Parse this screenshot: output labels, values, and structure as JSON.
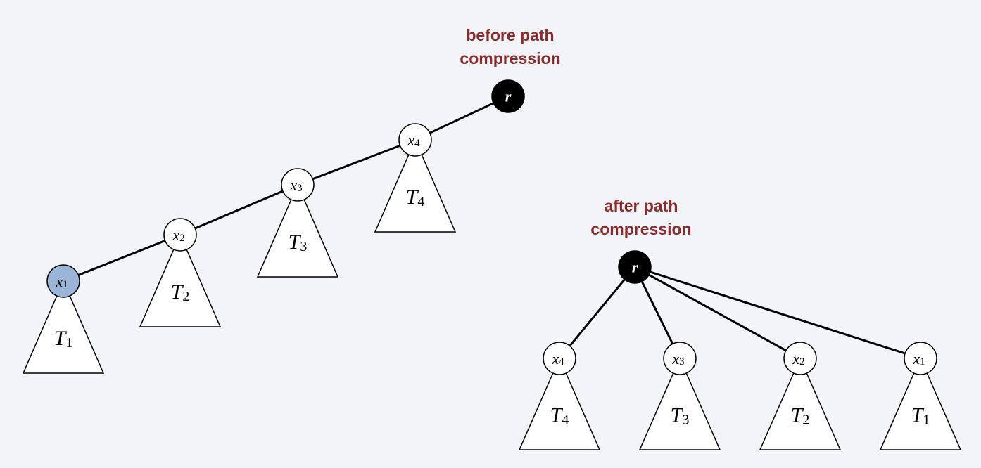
{
  "before": {
    "caption_line1": "before path",
    "caption_line2": "compression",
    "root": {
      "label": "r",
      "fill": "#000000"
    },
    "nodes": [
      {
        "name": "x",
        "sub": "1",
        "fill": "#9ab5d8",
        "tree": {
          "name": "T",
          "sub": "1"
        }
      },
      {
        "name": "x",
        "sub": "2",
        "fill": "#ffffff",
        "tree": {
          "name": "T",
          "sub": "2"
        }
      },
      {
        "name": "x",
        "sub": "3",
        "fill": "#ffffff",
        "tree": {
          "name": "T",
          "sub": "3"
        }
      },
      {
        "name": "x",
        "sub": "4",
        "fill": "#ffffff",
        "tree": {
          "name": "T",
          "sub": "4"
        }
      }
    ]
  },
  "after": {
    "caption_line1": "after path",
    "caption_line2": "compression",
    "root": {
      "label": "r",
      "fill": "#000000"
    },
    "children": [
      {
        "name": "x",
        "sub": "4",
        "fill": "#ffffff",
        "tree": {
          "name": "T",
          "sub": "4"
        }
      },
      {
        "name": "x",
        "sub": "3",
        "fill": "#ffffff",
        "tree": {
          "name": "T",
          "sub": "3"
        }
      },
      {
        "name": "x",
        "sub": "2",
        "fill": "#ffffff",
        "tree": {
          "name": "T",
          "sub": "2"
        }
      },
      {
        "name": "x",
        "sub": "1",
        "fill": "#ffffff",
        "tree": {
          "name": "T",
          "sub": "1"
        }
      }
    ]
  },
  "colors": {
    "caption": "#8b2a2a",
    "background": "#f2f4f7",
    "highlight": "#9ab5d8"
  }
}
